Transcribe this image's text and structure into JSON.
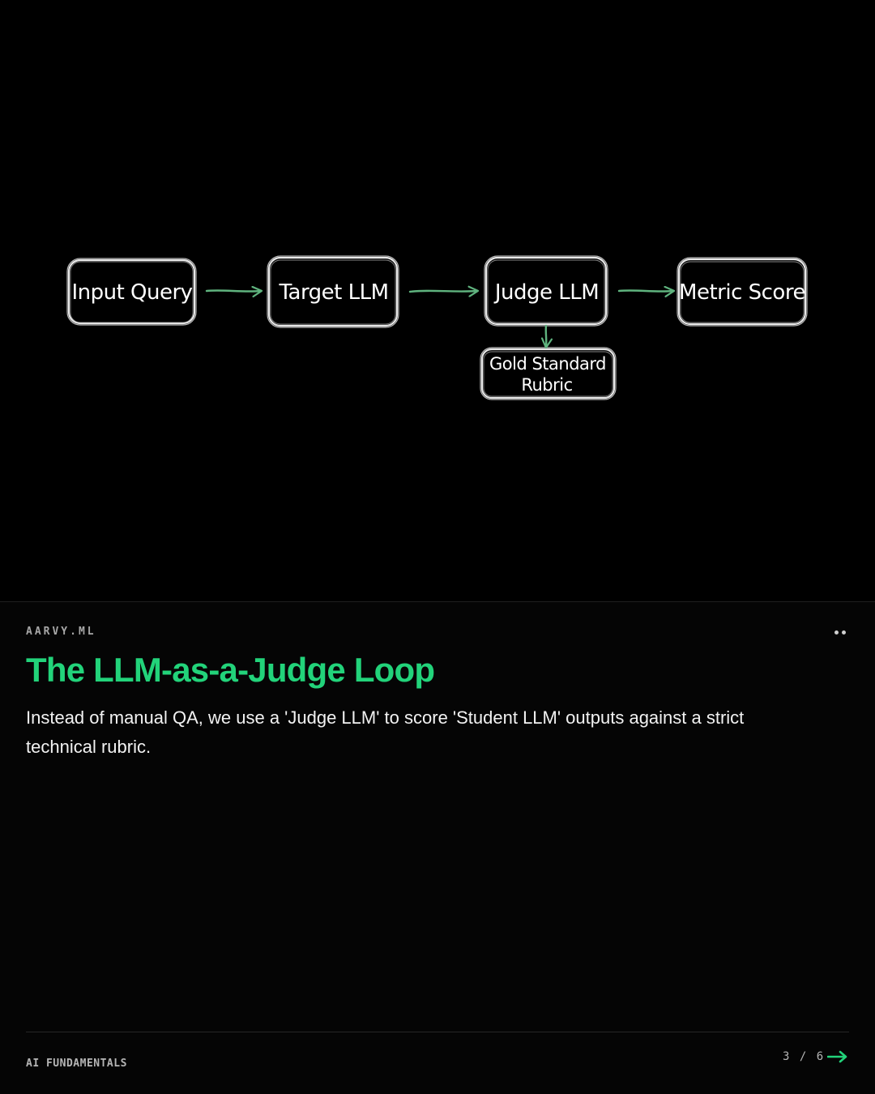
{
  "diagram": {
    "nodes": [
      {
        "id": "input-query",
        "label": "Input Query"
      },
      {
        "id": "target-llm",
        "label": "Target LLM"
      },
      {
        "id": "judge-llm",
        "label": "Judge LLM"
      },
      {
        "id": "metric-score",
        "label": "Metric Score"
      },
      {
        "id": "gold-standard-rubric",
        "label_line1": "Gold Standard",
        "label_line2": "Rubric"
      }
    ],
    "edges": [
      {
        "from": "input-query",
        "to": "target-llm"
      },
      {
        "from": "target-llm",
        "to": "judge-llm"
      },
      {
        "from": "judge-llm",
        "to": "metric-score"
      },
      {
        "from": "judge-llm",
        "to": "gold-standard-rubric"
      }
    ],
    "colors": {
      "node_stroke": "#e8e8e8",
      "edge": "#5fb37e",
      "background": "#000000"
    }
  },
  "header": {
    "brand": "AARVY.ML",
    "menu_icon": "more-dots-icon"
  },
  "content": {
    "title": "The LLM-as-a-Judge Loop",
    "description": "Instead of manual QA, we use a 'Judge LLM' to score 'Student LLM' outputs against a strict technical rubric."
  },
  "footer": {
    "category": "AI FUNDAMENTALS",
    "pagination": "3 / 6",
    "next_icon": "arrow-right-icon"
  },
  "theme": {
    "accent": "#22d37a",
    "page_bg": "#050505"
  }
}
